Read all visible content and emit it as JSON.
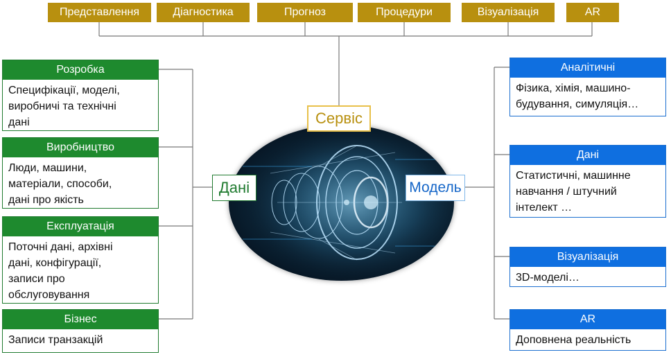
{
  "top_tabs": [
    "Представлення",
    "Діагностика",
    "Прогноз",
    "Процедури",
    "Візуалізація",
    "AR"
  ],
  "center": {
    "service": "Сервіс",
    "data": "Дані",
    "model": "Модель",
    "image": "jet-engine-illustration"
  },
  "left_boxes": [
    {
      "title": "Розробка",
      "text": [
        "Специфікації, моделі,",
        "виробничі та технічні",
        "дані"
      ]
    },
    {
      "title": "Виробництво",
      "text": [
        "Люди, машини,",
        "матеріали, способи,",
        "дані про якість"
      ]
    },
    {
      "title": "Експлуатація",
      "text": [
        "Поточні дані, архівні",
        "дані, конфігурації,",
        "записи про",
        "обслуговування"
      ]
    },
    {
      "title": "Бізнес",
      "text": [
        "Записи транзакцій"
      ]
    }
  ],
  "right_boxes": [
    {
      "title": "Аналітичні",
      "text": [
        "Фізика, хімія, машино-",
        "будування, симуляція…"
      ]
    },
    {
      "title": "Дані",
      "text": [
        "Статистичні, машинне",
        "навчання / штучний",
        "інтелект …"
      ]
    },
    {
      "title": "Візуалізація",
      "text": [
        "3D-моделі…"
      ]
    },
    {
      "title": "AR",
      "text": [
        "Доповнена реальність"
      ]
    }
  ],
  "colors": {
    "gold": "#b8900f",
    "green": "#1e8a2e",
    "blue": "#0f6fe0"
  }
}
